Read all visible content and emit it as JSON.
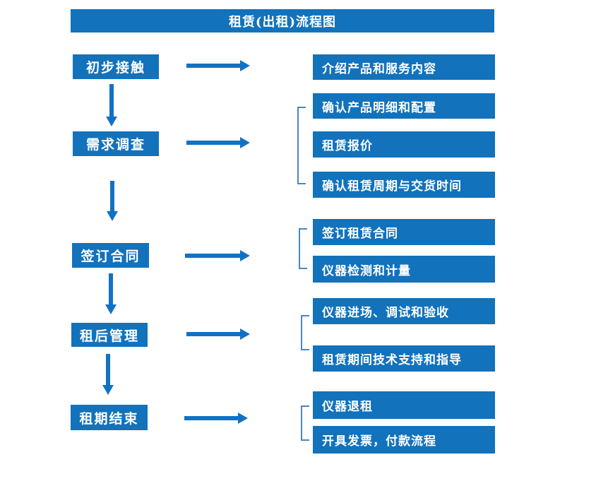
{
  "title": "租赁(出租)流程图",
  "colors": {
    "box_fill": "#1272BC",
    "arrow": "#1371C4",
    "bracket": "#4A86C8",
    "text": "#FFFFFF",
    "background": "#FFFFFF"
  },
  "steps": [
    {
      "label": "初步接触",
      "details": [
        "介绍产品和服务内容"
      ]
    },
    {
      "label": "需求调查",
      "details": [
        "确认产品明细和配置",
        "租赁报价",
        "确认租赁周期与交货时间"
      ]
    },
    {
      "label": "签订合同",
      "details": [
        "签订租赁合同",
        "仪器检测和计量"
      ]
    },
    {
      "label": "租后管理",
      "details": [
        "仪器进场、调试和验收",
        "租赁期间技术支持和指导"
      ]
    },
    {
      "label": "租期结束",
      "details": [
        "仪器退租",
        "开具发票，付款流程"
      ]
    }
  ]
}
